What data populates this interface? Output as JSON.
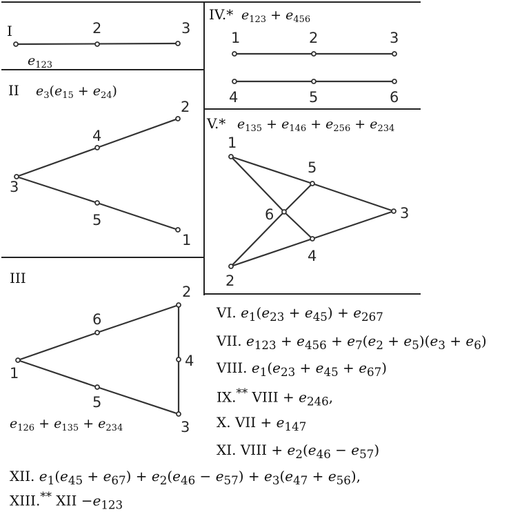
{
  "panels": {
    "I": {
      "numeral": "I",
      "nodes": [
        "2",
        "3"
      ],
      "formula": "e123"
    },
    "II": {
      "numeral": "II",
      "formula": "e3(e15 + e24)",
      "nodes": [
        "1",
        "2",
        "3",
        "4",
        "5"
      ]
    },
    "III": {
      "numeral": "III",
      "formula": "e126 + e135 + e234",
      "nodes": [
        "1",
        "2",
        "3",
        "4",
        "5",
        "6"
      ]
    },
    "IV": {
      "numeral": "IV.*",
      "formula": "e123 + e456",
      "nodes": [
        "1",
        "2",
        "3",
        "4",
        "5",
        "6"
      ]
    },
    "V": {
      "numeral": "V.*",
      "formula": "e135 + e146 + e256 + e234",
      "nodes": [
        "1",
        "2",
        "3",
        "4",
        "5",
        "6"
      ]
    }
  },
  "list": [
    "VI. e1(e23 + e45) + e267",
    "VII. e123 + e456 + e7(e2 + e5)(e3 + e6)",
    "VIII. e1(e23 + e45 + e67)",
    "IX.** VIII + e246,",
    "X. VII + e147",
    "XI. VIII + e2(e46 − e57)",
    "XII. e1(e45 + e67) + e2(e46 − e57) + e3(e47 + e56),",
    "XIII.** XII −e123"
  ]
}
